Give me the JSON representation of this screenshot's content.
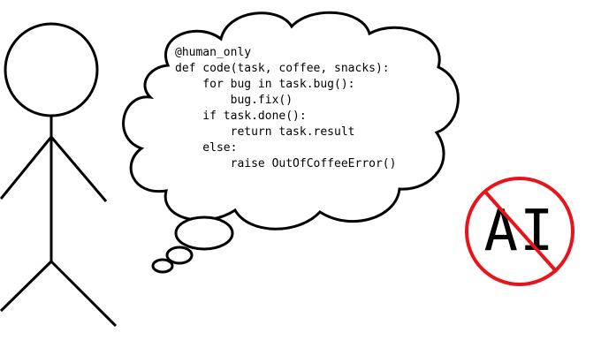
{
  "code_lines": [
    "@human_only",
    "def code(task, coffee, snacks):",
    "    for bug in task.bug():",
    "        bug.fix()",
    "    if task.done():",
    "        return task.result",
    "    else:",
    "        raise OutOfCoffeeError()"
  ],
  "no_ai_sign": {
    "text": "AI",
    "color": "#e8141c"
  },
  "colors": {
    "ink": "#000000",
    "background": "#ffffff"
  }
}
